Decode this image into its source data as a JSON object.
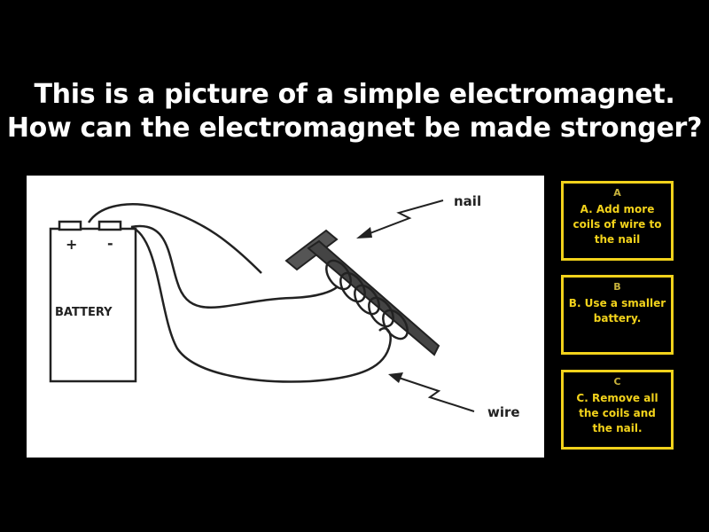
{
  "question": {
    "line1": "This is a picture of a simple electromagnet.",
    "line2": "How can the electromagnet be made stronger?"
  },
  "figure": {
    "battery_label": "BATTERY",
    "plus": "+",
    "minus": "-",
    "nail_label": "nail",
    "wire_label": "wire"
  },
  "answers": [
    {
      "key": "A",
      "text": "A. Add more coils of wire to the nail"
    },
    {
      "key": "B",
      "text": "B. Use a smaller battery."
    },
    {
      "key": "C",
      "text": "C. Remove all the coils and the nail."
    }
  ],
  "colors": {
    "background": "#000000",
    "question_text": "#ffffff",
    "answer_border": "#f2d21b",
    "answer_text": "#f2d21b"
  }
}
